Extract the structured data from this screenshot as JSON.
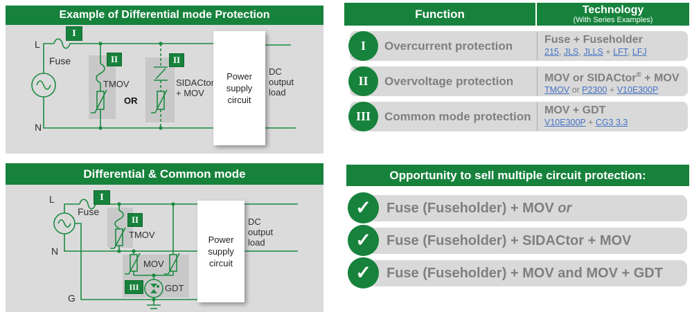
{
  "colors": {
    "green": "#17823C",
    "line_green": "#1B8A42",
    "panel_gray": "#DBDBDB",
    "component_gray": "#C8C8C8",
    "bar_gray": "#D9D9D9",
    "text_gray": "#7F7F7F",
    "link_blue": "#4472C4"
  },
  "panel_differential": {
    "title": "Example of Differential mode Protection",
    "badge_overcurrent": "I",
    "badge_overvoltage_1": "II",
    "badge_overvoltage_2": "II",
    "labels": {
      "line": "L",
      "neutral": "N",
      "fuse": "Fuse",
      "tmov": "TMOV",
      "or": "OR",
      "sidactor": "SIDACtor\n+ MOV",
      "power_box": "Power\nsupply\ncircuit",
      "dc_load": "DC\noutput\nload"
    }
  },
  "panel_common": {
    "title": "Differential & Common mode",
    "badge_overcurrent": "I",
    "badge_overvoltage": "II",
    "badge_common": "III",
    "labels": {
      "line": "L",
      "neutral": "N",
      "ground": "G",
      "fuse": "Fuse",
      "tmov": "TMOV",
      "mov": "MOV",
      "gdt": "GDT",
      "power_box": "Power\nsupply\ncircuit",
      "dc_load": "DC\noutput\nload"
    }
  },
  "table": {
    "header": {
      "function": "Function",
      "technology": "Technology",
      "technology_sub": "(With Series Examples)"
    },
    "rows": [
      {
        "numeral": "I",
        "function": "Overcurrent protection",
        "tech_title": [
          {
            "text": "Fuse + Fuseholder"
          }
        ],
        "tech_links": [
          {
            "text": "215",
            "link": true
          },
          {
            "text": ", "
          },
          {
            "text": "JLS",
            "link": true
          },
          {
            "text": ", "
          },
          {
            "text": "JLLS",
            "link": true
          },
          {
            "text": " + "
          },
          {
            "text": "LFT",
            "link": true
          },
          {
            "text": ", "
          },
          {
            "text": "LFJ",
            "link": true
          }
        ]
      },
      {
        "numeral": "II",
        "function": "Overvoltage protection",
        "tech_title": [
          {
            "text": "MOV or SIDACtor"
          },
          {
            "text": "®",
            "sup": true
          },
          {
            "text": " + MOV"
          }
        ],
        "tech_links": [
          {
            "text": "TMOV",
            "link": true
          },
          {
            "text": " or "
          },
          {
            "text": "P2300",
            "link": true
          },
          {
            "text": " + "
          },
          {
            "text": "V10E300P",
            "link": true
          }
        ]
      },
      {
        "numeral": "III",
        "function": "Common mode protection",
        "tech_title": [
          {
            "text": "MOV + GDT"
          }
        ],
        "tech_links": [
          {
            "text": "V10E300P",
            "link": true
          },
          {
            "text": " + "
          },
          {
            "text": "CG3 3.3",
            "link": true
          }
        ]
      }
    ]
  },
  "opportunity": {
    "title": "Opportunity to sell multiple circuit protection:",
    "check_icon": "✓",
    "items": [
      {
        "segments": [
          {
            "text": "Fuse (Fuseholder) + MOV "
          },
          {
            "text": "or",
            "italic": true
          }
        ]
      },
      {
        "segments": [
          {
            "text": "Fuse (Fuseholder) + SIDACtor + MOV"
          }
        ]
      },
      {
        "segments": [
          {
            "text": "Fuse (Fuseholder) + MOV and MOV + GDT"
          }
        ]
      }
    ]
  }
}
